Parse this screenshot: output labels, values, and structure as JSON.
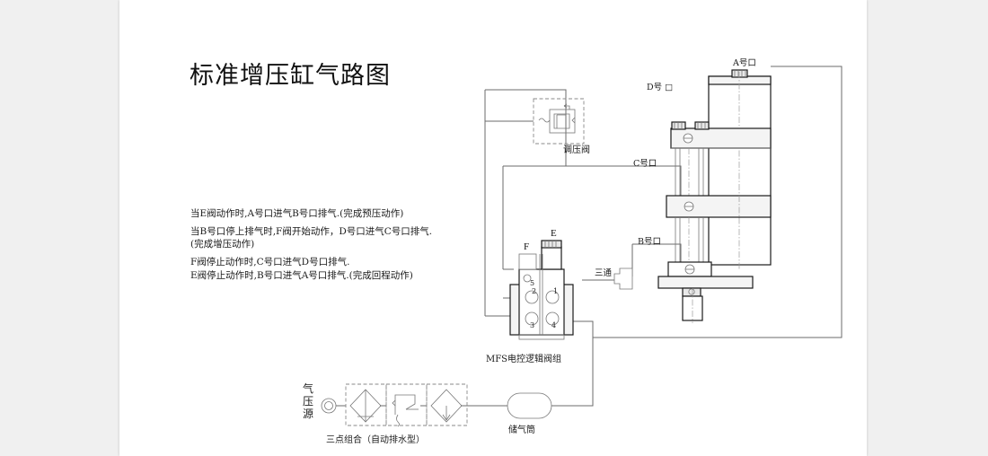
{
  "document": {
    "title": "标准增压缸气路图",
    "background_color": "#f0f0f0",
    "page_color": "#ffffff"
  },
  "notes": [
    "当E阀动作时,A号口进气B号口排气.(完成预压动作)",
    "当B号口停上排气时,F阀开始动作，D号口进气C号口排气.\n(完成增压动作)",
    "F阀停止动作时,C号口进气D号口排气.",
    "E阀停止动作时,B号口进气A号口排气.(完成回程动作)"
  ],
  "ports": {
    "a": "A号口",
    "b": "B号口",
    "c": "C号口",
    "d": "D号 □"
  },
  "components": {
    "regulator": "调压阀",
    "valve_block": "MFS电控逻辑阀组",
    "tee": "三通",
    "air_tank": "储气筒",
    "frl_unit": "三点组合（自动排水型）",
    "air_source": "气压源"
  },
  "valve_labels": {
    "e": "E",
    "f": "F",
    "port_1": "1",
    "port_2": "2",
    "port_3": "3",
    "port_4": "4",
    "port_5": "5"
  },
  "colors": {
    "line": "#555555",
    "outline": "#1a1a1a",
    "text": "#1a1a1a",
    "fill_light": "#fbfbfb"
  }
}
